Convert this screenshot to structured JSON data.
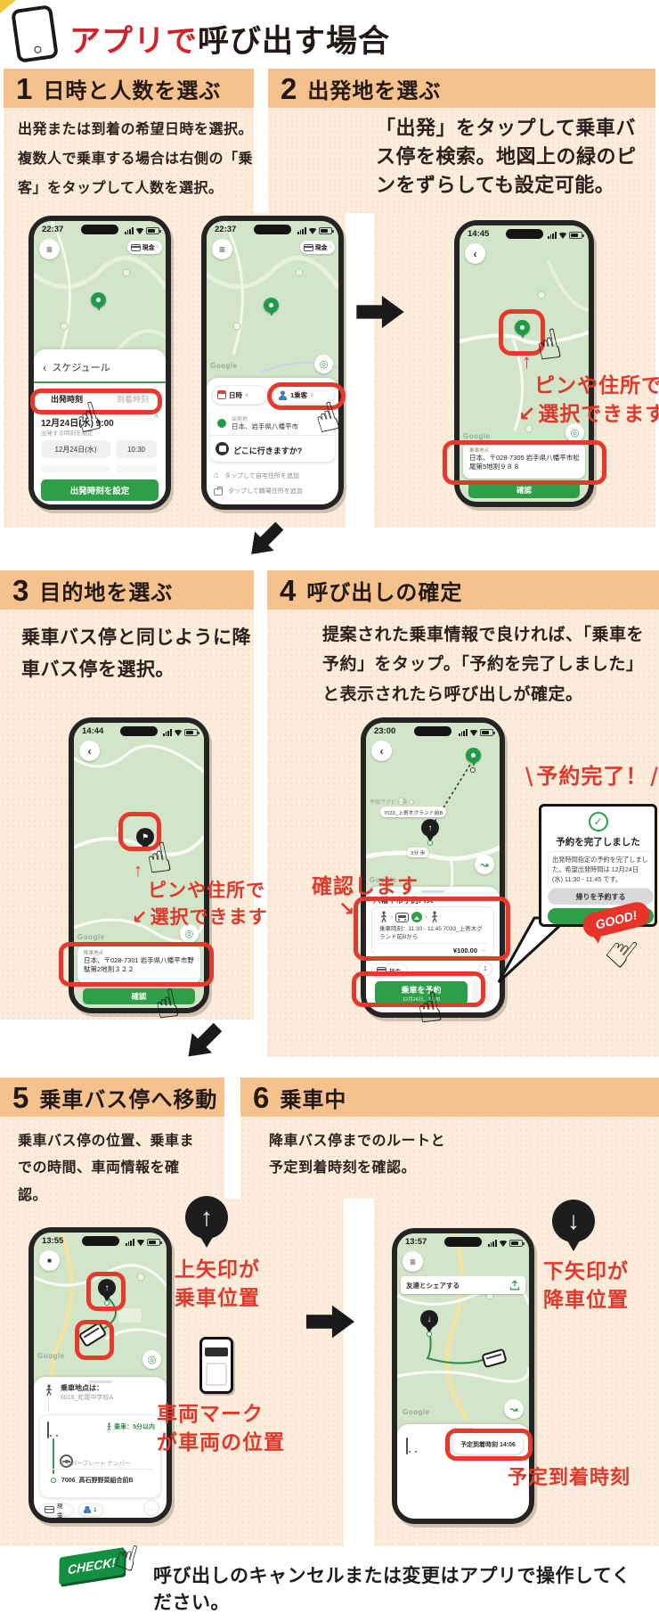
{
  "header": {
    "title_red": "アプリで",
    "title_black": "呼び出す場合"
  },
  "panels": [
    {
      "num": "1",
      "title": "日時と人数を選ぶ",
      "desc": "出発または到着の希望日時を選択。複数人で乗車する場合は右側の「乗客」をタップして人数を選択。"
    },
    {
      "num": "2",
      "title": "出発地を選ぶ",
      "desc": "「出発」をタップして乗車バス停を検索。地図上の緑のピンをずらしても設定可能。"
    },
    {
      "num": "3",
      "title": "目的地を選ぶ",
      "desc": "乗車バス停と同じように降車バス停を選択。"
    },
    {
      "num": "4",
      "title": "呼び出しの確定",
      "desc": "提案された乗車情報で良ければ、「乗車を予約」をタップ。「予約を完了しました」と表示されたら呼び出しが確定。"
    },
    {
      "num": "5",
      "title": "乗車バス停へ移動",
      "desc": "乗車バス停の位置、乗車までの時間、車両情報を確認。"
    },
    {
      "num": "6",
      "title": "乗車中",
      "desc": "降車バス停までのルートと予定到着時刻を確認。"
    }
  ],
  "watermark": "Google",
  "phone1a": {
    "time": "22:37",
    "payment": "現金",
    "sheet_title": "スケジュール",
    "tab_departure": "出発時刻",
    "tab_arrival": "到着時刻",
    "selected_datetime": "12月24日(水) 9:00",
    "hint": "出発する時刻を指定",
    "pick_date": "12月24日(水)",
    "pick_time": "10:30",
    "set_button": "出発時刻を設定"
  },
  "phone1b": {
    "time": "22:37",
    "payment": "現金",
    "chip_datetime": "日時",
    "chip_passenger": "1乗客",
    "origin_label": "出発地",
    "origin_value": "日本、岩手県八幡平市",
    "destination_prompt": "どこに行きますか?",
    "add_home": "タップして自宅住所を追加",
    "add_work": "タップして職場住所を追加"
  },
  "phone2": {
    "time": "14:45",
    "point_label": "乗車地点",
    "address": "日本、〒028-7305 岩手県八幡平市松尾第5地割９８８",
    "confirm_button": "確認"
  },
  "phone3": {
    "time": "14:44",
    "point_label": "降車地点",
    "address": "日本、〒028-7301 岩手県八幡平市野駄第2地割３２２",
    "confirm_button": "確認"
  },
  "phone4": {
    "time": "23:00",
    "stop_pill": "7033_上寄木グランド前B",
    "walk_pill": "3分 歩",
    "map_label": "平舘ラグビー場",
    "service_name": "八幡平市予約バス",
    "ride_info": "乗車時刻：11:30 - 11:45 7033_上寄木グランド前Bから",
    "fare": "¥100.00",
    "payment": "現金",
    "passenger_count": "1",
    "book_button": "乗車を予約",
    "book_sub": "12月24日、11:30",
    "dialog": {
      "title": "予約を完了しました",
      "body": "出発時間指定の予約を完了しました。希望出発時間は 12月24日(水) 11:30 - 11:45 です。",
      "return_button": "帰りを予約する",
      "ok_button": "OK"
    }
  },
  "phone5": {
    "time": "13:55",
    "pickup_label": "乗車地点は：",
    "pickup_stop": "6019_松尾中学校A",
    "ride_eta": "乗車：5分以内",
    "plate_label": "ナンバープレート ナンバー",
    "dropoff_stop": "7006_高石野野菜組合前B",
    "payment": "現金",
    "passenger_count": "1"
  },
  "phone6": {
    "time": "13:57",
    "share_bar": "友達とシェアする",
    "eta_pill": "予定到着時刻 14:06"
  },
  "annotations": {
    "pin_line1": "ピンや住所で",
    "pin_line2": "選択できます",
    "booked": "予約完了！",
    "confirm_note": "確認します",
    "good_badge": "GOOD!",
    "up1": "上矢印が",
    "up2": "乗車位置",
    "veh1": "車両マーク",
    "veh2": "が車両の位置",
    "down1": "下矢印が",
    "down2": "降車位置",
    "eta_note": "予定到着時刻"
  },
  "footer": {
    "badge": "CHECK!",
    "text": "呼び出しのキャンセルまたは変更はアプリで操作してください。"
  },
  "icons": {
    "menu": "≡",
    "back": "‹",
    "chev_right": "›",
    "chev_down": "∨",
    "caret_up": "^",
    "up_arrow": "↑",
    "down_arrow": "↓",
    "down_left": "↙",
    "down_right": "↘",
    "right_arrow": "→",
    "locate": "◎",
    "flag": "⚑",
    "check": "✓",
    "ellipsis": "…",
    "hand": "☝",
    "route": "↝",
    "slash": "/",
    "backslash": "\\",
    "home": "⌂",
    "square": "■"
  },
  "colors": {
    "title_red": "#d2232a",
    "annotation_red": "#e0392b",
    "highlight_red": "#e8382c",
    "app_green": "#2f9e48",
    "bar_peach": "#f5c28e",
    "body_peach": "#fcecdc"
  }
}
